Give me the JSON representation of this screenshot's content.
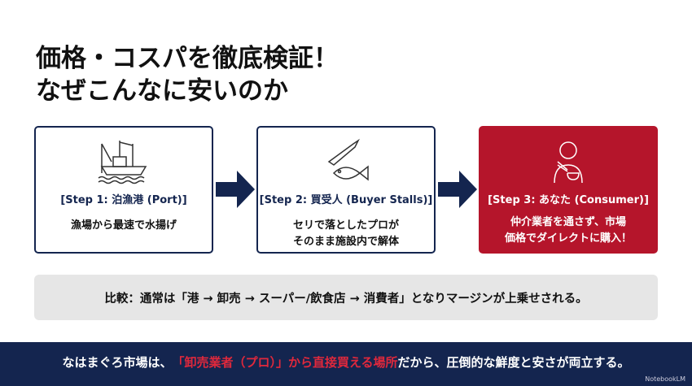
{
  "title": {
    "line1": "価格・コスパを徹底検証！",
    "line2": "なぜこんなに安いのか"
  },
  "steps": [
    {
      "label": "[Step 1: 泊漁港 (Port)]",
      "desc1": "漁場から最速で水揚げ",
      "icon": "fishing-boat-icon"
    },
    {
      "label": "[Step 2: 買受人 (Buyer Stalls)]",
      "desc1": "セリで落としたプロが",
      "desc2": "そのまま施設内で解体",
      "icon": "knife-fish-icon"
    },
    {
      "label": "[Step 3: あなた (Consumer)]",
      "desc1": "仲介業者を通さず、市場",
      "desc2": "価格でダイレクトに購入！",
      "icon": "person-eating-icon"
    }
  ],
  "comparison": "比較：通常は「港 → 卸売 → スーパー/飲食店 → 消費者」となりマージンが上乗せされる。",
  "footer": {
    "pre": "なはまぐろ市場は、",
    "highlight": "「卸売業者（プロ）」から直接買える場所",
    "post": "だから、圧倒的な鮮度と安さが両立する。",
    "brand": "NotebookLM"
  },
  "colors": {
    "navy": "#14254f",
    "red": "#b5152b",
    "highlight": "#e0283c"
  }
}
